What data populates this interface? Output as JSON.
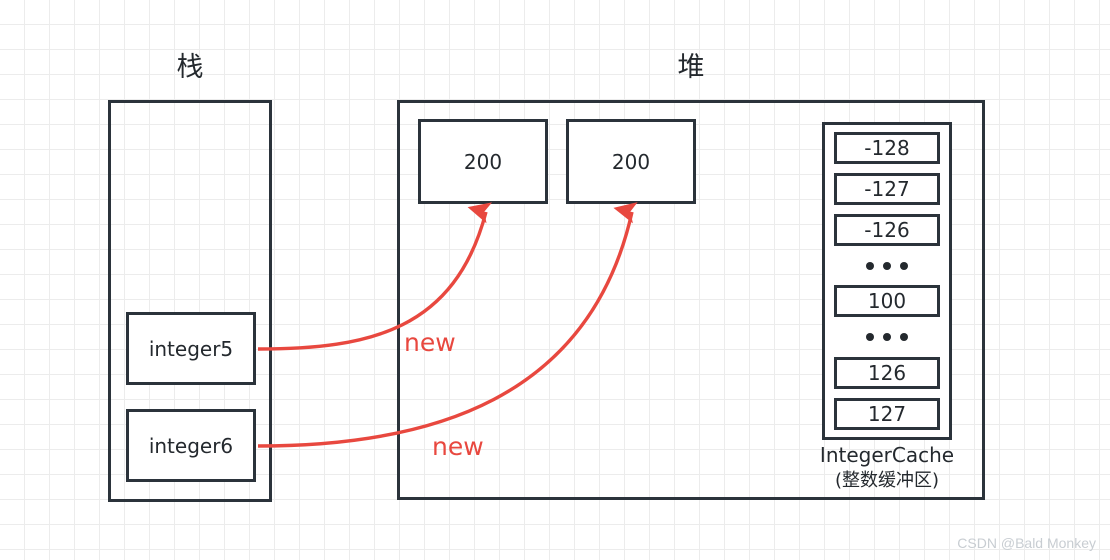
{
  "diagram": {
    "stack": {
      "title": "栈",
      "variables": [
        {
          "name": "integer5"
        },
        {
          "name": "integer6"
        }
      ]
    },
    "heap": {
      "title": "堆",
      "objects": [
        {
          "value": "200"
        },
        {
          "value": "200"
        }
      ]
    },
    "cache": {
      "caption_main": "IntegerCache",
      "caption_sub": "(整数缓冲区)",
      "cells": [
        {
          "type": "value",
          "label": "-128"
        },
        {
          "type": "value",
          "label": "-127"
        },
        {
          "type": "value",
          "label": "-126"
        },
        {
          "type": "ellipsis",
          "label": "•••"
        },
        {
          "type": "value",
          "label": "100"
        },
        {
          "type": "ellipsis",
          "label": "•••"
        },
        {
          "type": "value",
          "label": "126"
        },
        {
          "type": "value",
          "label": "127"
        }
      ]
    },
    "arrows": [
      {
        "label": "new",
        "from": "integer5",
        "to": "heap-object-0"
      },
      {
        "label": "new",
        "from": "integer6",
        "to": "heap-object-1"
      }
    ],
    "colors": {
      "arrow_red": "#e8483f",
      "box_stroke": "#2b333b",
      "grid_line": "#ececec",
      "text": "#24292e",
      "watermark": "#c8cdd2"
    },
    "watermark": "CSDN @Bald Monkey"
  }
}
